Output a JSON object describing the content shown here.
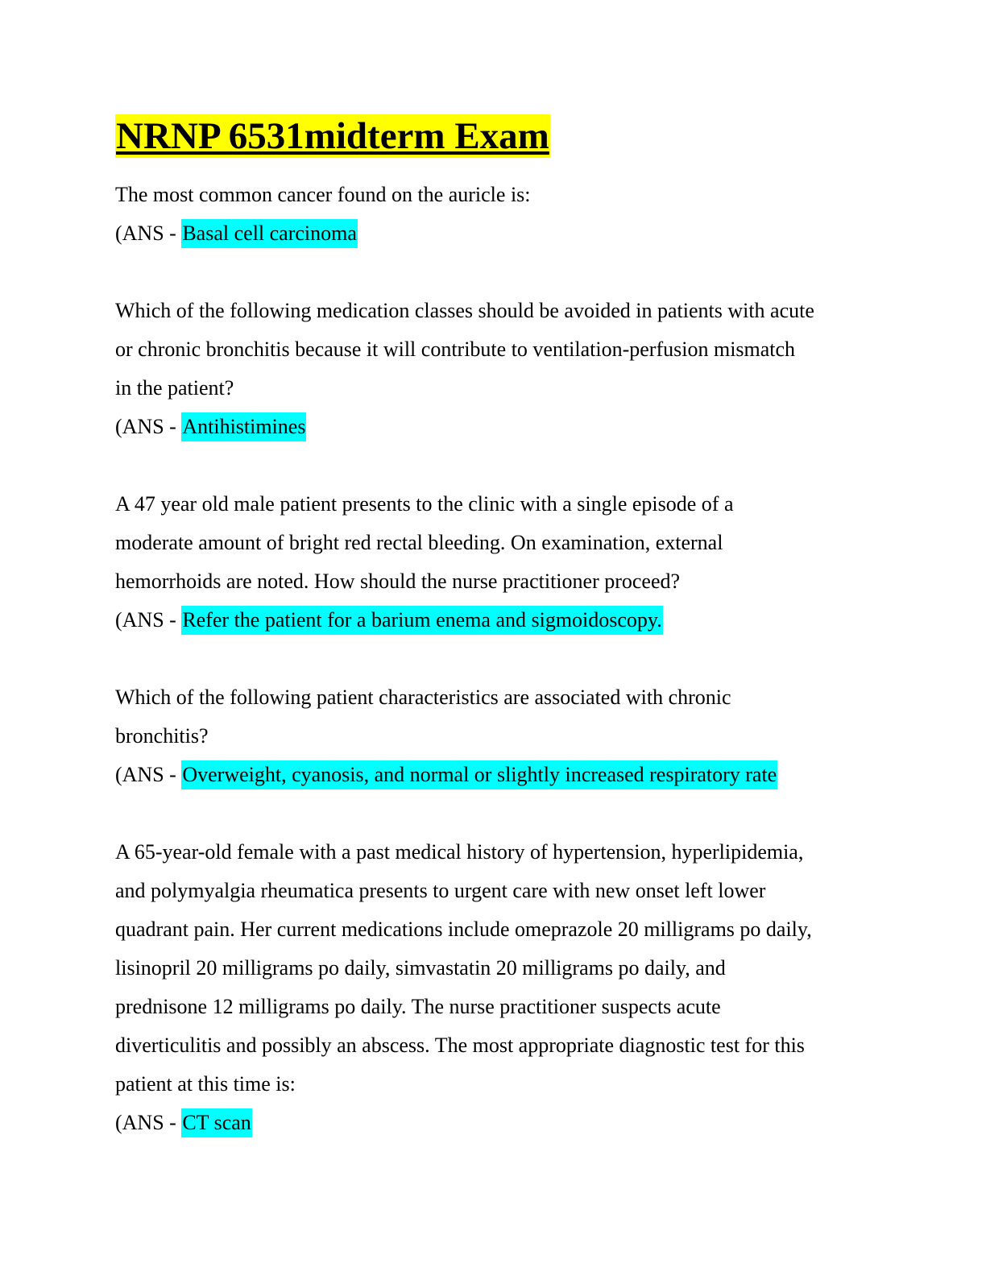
{
  "title": "NRNP 6531midterm Exam",
  "ans_prefix": "(ANS - ",
  "questions": [
    {
      "lines": [
        "The most common cancer found on the auricle is:"
      ],
      "answer": "Basal cell carcinoma"
    },
    {
      "lines": [
        "Which of the following medication classes should be avoided in patients with acute",
        "or chronic bronchitis because it will contribute to ventilation-perfusion mismatch",
        "in the patient?"
      ],
      "answer": "Antihistimines"
    },
    {
      "lines": [
        "A 47 year old male patient presents to the clinic with a single episode of a",
        "moderate amount of bright red rectal bleeding. On examination, external",
        "hemorrhoids are noted. How should the nurse practitioner proceed?"
      ],
      "answer": "Refer the patient for a barium enema and sigmoidoscopy."
    },
    {
      "lines": [
        "Which of the following patient characteristics are associated with chronic",
        "bronchitis?"
      ],
      "answer": "Overweight, cyanosis, and normal or slightly increased respiratory rate"
    },
    {
      "lines": [
        "A 65-year-old female with a past medical history of hypertension, hyperlipidemia,",
        "and polymyalgia rheumatica presents to urgent care with new onset left lower",
        "quadrant pain. Her current medications include omeprazole 20 milligrams po daily,",
        "lisinopril 20 milligrams po daily, simvastatin 20 milligrams po daily, and",
        "prednisone 12 milligrams po daily. The nurse practitioner suspects acute",
        "diverticulitis and possibly an abscess. The most appropriate diagnostic test for this",
        "patient at this time is:"
      ],
      "answer": "CT scan"
    }
  ]
}
